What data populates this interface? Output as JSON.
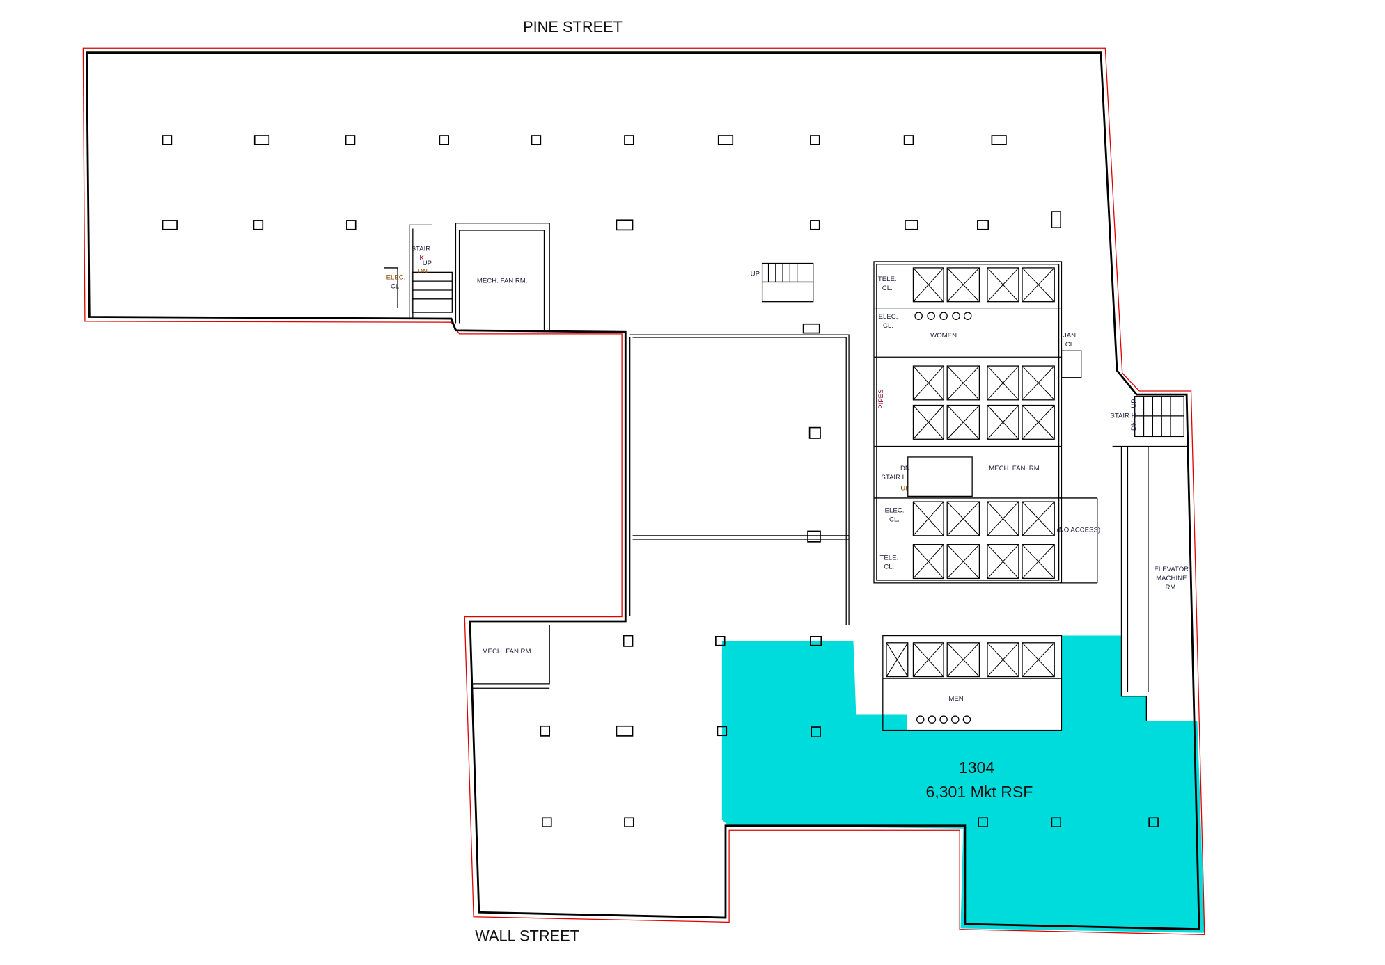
{
  "streets": {
    "north": "PINE STREET",
    "south": "WALL STREET"
  },
  "suite": {
    "number": "1304",
    "area": "6,301 Mkt RSF",
    "highlight_color": "#00DCDC"
  },
  "rooms": {
    "stair_k": "STAIR",
    "stair_k_letter": "K",
    "stair_k_up": "UP",
    "stair_k_dn": "DN",
    "elec_cl_west_1": "ELEC.",
    "elec_cl_west_2": "CL.",
    "mech_fan_north": "MECH. FAN RM.",
    "up_small_stair": "UP",
    "tele_cl_1": "TELE.",
    "tele_cl_2": "CL.",
    "elec_cl_1": "ELEC.",
    "elec_cl_2": "CL.",
    "women": "WOMEN",
    "jan_cl_1": "JAN.",
    "jan_cl_2": "CL.",
    "pipes": "PIPES",
    "stair_h": "STAIR H",
    "stair_h_up": "UP",
    "stair_h_dn": "DN",
    "mech_fan_core": "MECH. FAN. RM",
    "stair_l": "STAIR L",
    "stair_l_dn": "DN",
    "stair_l_up": "UP",
    "elec_cl_b1": "ELEC.",
    "elec_cl_b2": "CL.",
    "no_access": "(NO ACCESS)",
    "tele_cl_b1": "TELE.",
    "tele_cl_b2": "CL.",
    "elev_mach_1": "ELEVATOR",
    "elev_mach_2": "MACHINE",
    "elev_mach_3": "RM.",
    "mech_fan_south": "MECH. FAN RM.",
    "men": "MEN"
  }
}
